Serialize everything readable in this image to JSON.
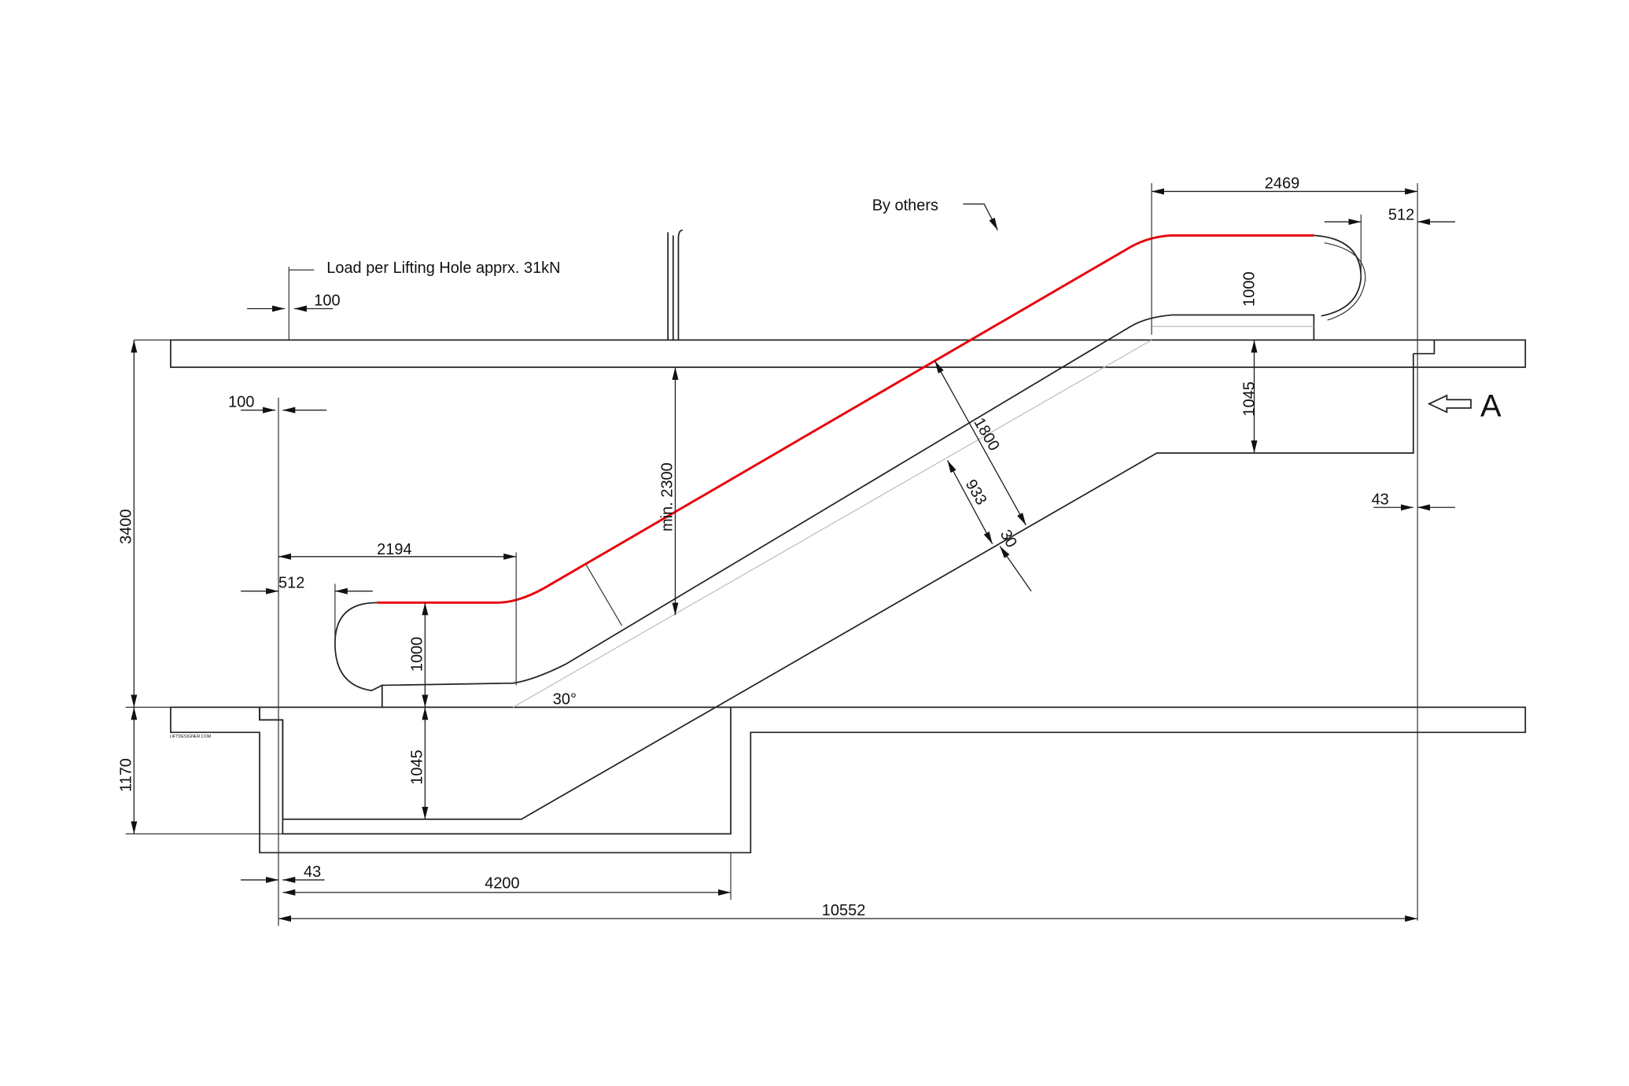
{
  "drawing": {
    "colors": {
      "handrail": "#e8000b",
      "line": "#222222"
    },
    "notes": {
      "by_others": "By others",
      "lifting_load": "Load per Lifting Hole apprx. 31kN",
      "view_marker": "A",
      "watermark": "LIFTDESIGNER.COM"
    },
    "dimensions": {
      "top_hole_100": "100",
      "side_hole_100": "100",
      "upper_landing_2469": "2469",
      "upper_newel_512": "512",
      "upper_handrail_height": "1000",
      "upper_pit_depth": "1045",
      "clear_1800": "1800",
      "truss_933": "933",
      "gap_30": "30",
      "min_headroom": "min. 2300",
      "right_gap_43": "43",
      "rise_3400": "3400",
      "lower_landing_2194": "2194",
      "lower_newel_512": "512",
      "lower_handrail_height": "1000",
      "angle": "30°",
      "lower_pit_depth": "1045",
      "pit_1170": "1170",
      "left_gap_43": "43",
      "pit_length_4200": "4200",
      "total_length": "10552"
    }
  }
}
